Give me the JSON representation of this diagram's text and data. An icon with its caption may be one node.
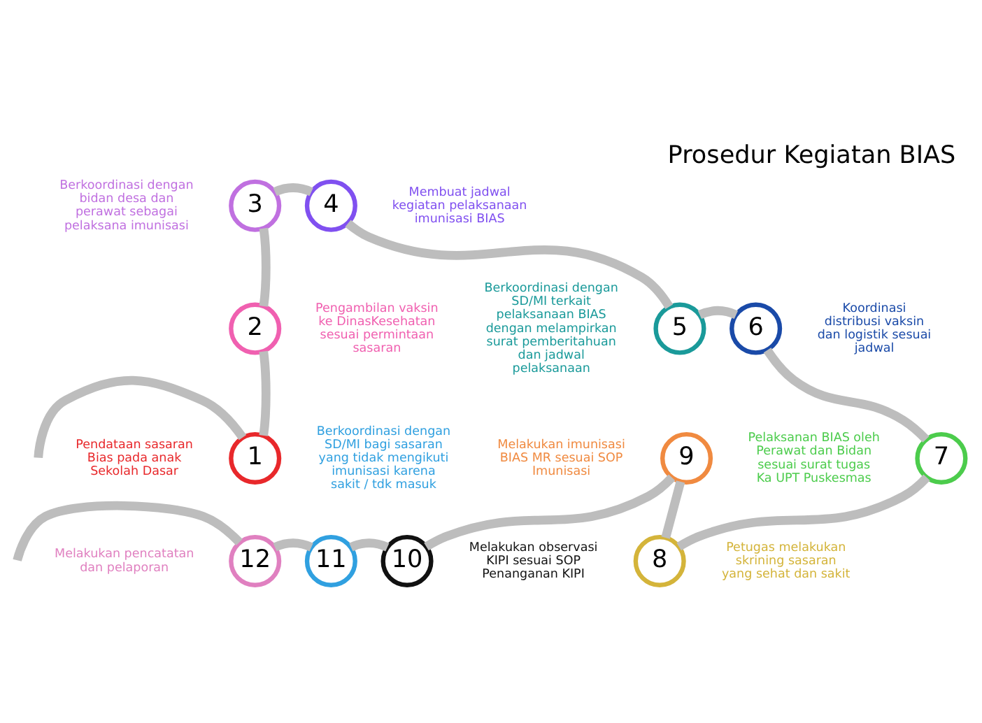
{
  "diagram": {
    "title": "Prosedur Kegiatan BIAS",
    "nodes": [
      {
        "text": [
          "1"
        ],
        "beside": [
          "Pendataan sasaran Bias pada anak Sekolah Dasar"
        ]
      },
      {
        "text": [
          "2"
        ],
        "beside": [
          "Pengambilan vaksin ke DinasKesehatan sesuai permintaan sasaran"
        ]
      },
      {
        "text": [
          "3"
        ],
        "beside": [
          "Berkoordinasi dengan bidan desa dan perawat sebagai pelaksana imunisasi"
        ]
      },
      {
        "text": [
          "4"
        ],
        "beside": [
          "Membuat jadwal kegiatan pelaksanaan imunisasi BIAS"
        ]
      },
      {
        "text": [
          "5"
        ],
        "beside": [
          "Berkoordinasi dengan SD/MI terkait pelaksanaan BIAS dengan melampirkan surat pemberitahuan dan jadwal pelaksanaan"
        ]
      },
      {
        "text": [
          "6"
        ],
        "beside": [
          "Koordinasi distribusi vaksin dan logistik sesuai jadwal"
        ]
      },
      {
        "text": [
          "7"
        ],
        "beside": [
          "Pelaksanan BIAS oleh Perawat dan Bidan sesuai surat tugas Ka UPT Puskesmas"
        ]
      },
      {
        "text": [
          "8"
        ],
        "beside": [
          "Petugas melakukan skrining sasaran yang sehat dan sakit"
        ]
      },
      {
        "text": [
          "9"
        ],
        "beside": [
          "Melakukan imunisasi BIAS MR sesuai SOP Imunisasi"
        ]
      },
      {
        "text": [
          "10"
        ],
        "beside": [
          "Melakukan observasi KIPI sesuai SOP Penanganan KIPI"
        ]
      },
      {
        "text": [
          "11"
        ],
        "beside": [
          "Berkoordinasi dengan SD/MI bagi sasaran yang tidak mengikuti imunisasi karena sakit / tdk masuk"
        ]
      },
      {
        "text": [
          "12"
        ],
        "beside": [
          "Melakukan pencatatan dan pelaporan"
        ]
      }
    ],
    "edges": [
      {
        "from": null,
        "to": 0,
        "arrow": "none"
      },
      {
        "from": 0,
        "to": 1,
        "arrow": "none"
      },
      {
        "from": 1,
        "to": 2,
        "arrow": "none"
      },
      {
        "from": 2,
        "to": 3,
        "arrow": "none"
      },
      {
        "from": 3,
        "to": 4,
        "arrow": "none"
      },
      {
        "from": 4,
        "to": 5,
        "arrow": "none"
      },
      {
        "from": 5,
        "to": 6,
        "arrow": "none"
      },
      {
        "from": 6,
        "to": 7,
        "arrow": "none"
      },
      {
        "from": 7,
        "to": 8,
        "arrow": "none"
      },
      {
        "from": 8,
        "to": 9,
        "arrow": "none"
      },
      {
        "from": 9,
        "to": 10,
        "arrow": "none"
      },
      {
        "from": 10,
        "to": 11,
        "arrow": "none"
      },
      {
        "from": 11,
        "to": null,
        "arrow": "none"
      }
    ]
  }
}
